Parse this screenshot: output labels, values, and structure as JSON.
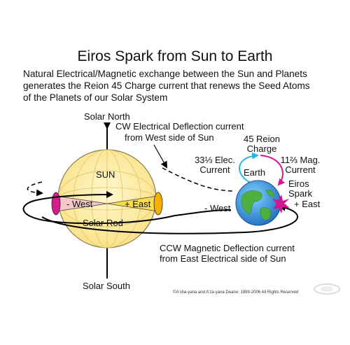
{
  "title": "Eiros Spark from Sun to Earth",
  "intro": [
    "Natural Electrical/Magnetic exchange between the Sun and Planets",
    "generates the Reion 45 Charge current that renews the Seed Atoms",
    "of the Planets of our Solar System"
  ],
  "labels": {
    "solar_north": "Solar North",
    "solar_south": "Solar South",
    "cw_current": [
      "CW Electrical Deflection current",
      "from West side of Sun"
    ],
    "sun": "SUN",
    "west": "- West",
    "east": "+ East",
    "solar_rod": "Solar Rod",
    "reion_charge": [
      "45 Reion",
      "Charge"
    ],
    "elec_current": [
      "33⅓ Elec.",
      "Current"
    ],
    "mag_current": [
      "11⅔ Mag.",
      "Current"
    ],
    "earth": "Earth",
    "eiros_spark": [
      "Eiros",
      "Spark"
    ],
    "earth_west": "- West",
    "earth_east": "+ East",
    "ccw_current": [
      "CCW Magnetic Deflection current",
      "from East Electrical side of Sun"
    ]
  },
  "copyright": "©A'sha-yana and A'za-yana Deane; 1999-2006 All Rights Reserved",
  "colors": {
    "sun_fill": "#fbe38a",
    "west_pole": "#d81b8c",
    "east_pole": "#f5b000",
    "elec_current": "#29b5e8",
    "mag_current": "#d4148f"
  }
}
